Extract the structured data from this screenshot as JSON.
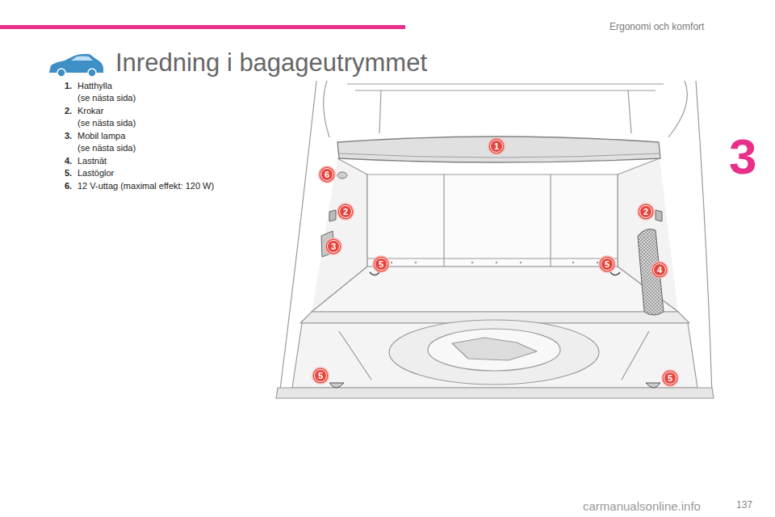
{
  "diagram": {
    "title": "Inredning i bagageutrymmet",
    "nodes": [
      {
        "text": [
          "1"
        ]
      },
      {
        "text": [
          "6"
        ]
      },
      {
        "text": [
          "2"
        ]
      },
      {
        "text": [
          "2"
        ]
      },
      {
        "text": [
          "3"
        ]
      },
      {
        "text": [
          "4"
        ]
      },
      {
        "text": [
          "5"
        ]
      },
      {
        "text": [
          "5"
        ]
      },
      {
        "text": [
          "5"
        ]
      },
      {
        "text": [
          "5"
        ]
      }
    ],
    "labels": [
      "Ergonomi och komfort",
      "3",
      "1.",
      "Hatthylla",
      "(se nästa sida)",
      "2.",
      "Krokar",
      "(se nästa sida)",
      "3.",
      "Mobil lampa",
      "(se nästa sida)",
      "4.",
      "Lastnät",
      "5.",
      "Lastöglor",
      "6.",
      "12 V-uttag (maximal effekt: 120 W)",
      "137",
      "carmanualsonline.info"
    ]
  }
}
